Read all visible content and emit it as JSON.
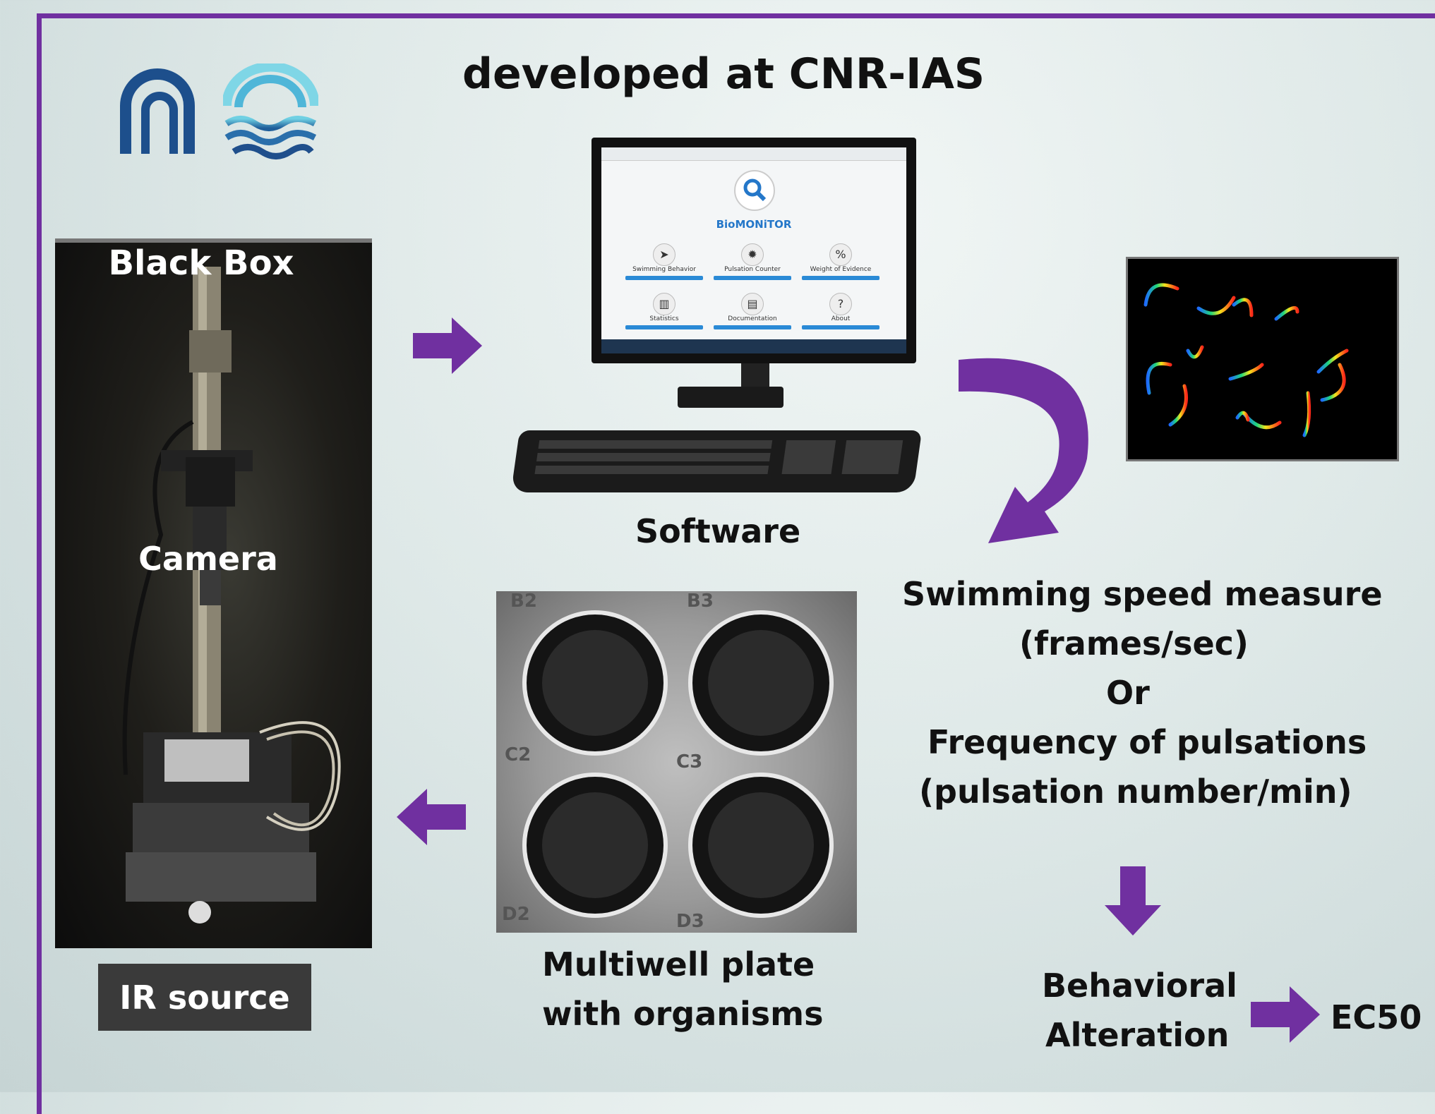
{
  "title": "developed at CNR-IAS",
  "logo": {
    "icons": [
      "cnr-logo-icon",
      "ias-waves-logo-icon"
    ]
  },
  "black_box": {
    "title": "Black Box",
    "camera_label": "Camera",
    "ir_source_label": "IR source"
  },
  "software": {
    "label": "Software",
    "app_name": "BioMONiTOR",
    "tiles": [
      {
        "label": "Swimming Behavior",
        "icon": "navigation-arrow-icon"
      },
      {
        "label": "Pulsation Counter",
        "icon": "gear-burst-icon"
      },
      {
        "label": "Weight of Evidence",
        "icon": "percent-icon"
      },
      {
        "label": "Statistics",
        "icon": "bar-chart-icon"
      },
      {
        "label": "Documentation",
        "icon": "document-icon"
      },
      {
        "label": "About",
        "icon": "question-icon"
      }
    ]
  },
  "multiwell": {
    "line1": "Multiwell plate",
    "line2": "with organisms",
    "well_labels": [
      "B2",
      "B3",
      "C2",
      "C3",
      "D2",
      "D3"
    ]
  },
  "measure": {
    "line1": "Swimming speed measure",
    "line2": "(frames/sec)",
    "line3": "Or",
    "line4": "Frequency of pulsations",
    "line5": "(pulsation number/min)"
  },
  "outcome": {
    "line1": "Behavioral",
    "line2": "Alteration",
    "final": "EC50"
  },
  "colors": {
    "arrow": "#7030a0",
    "frame": "#7030a0",
    "text": "#111111"
  }
}
